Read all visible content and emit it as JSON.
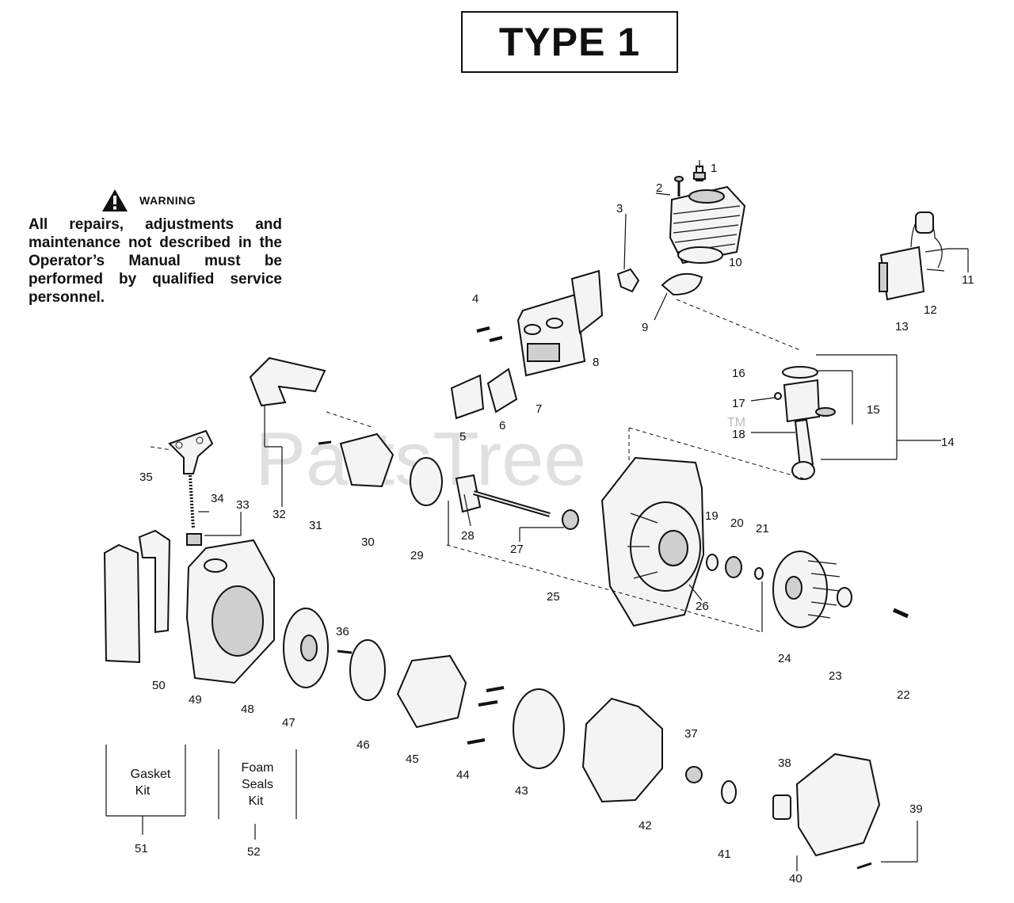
{
  "title": "TYPE 1",
  "warning": {
    "heading": "WARNING",
    "text": "All repairs, adjustments and maintenance not described in the Operator’s Manual must be performed by qualified service personnel."
  },
  "watermark": {
    "text": "PartsTree",
    "tm": "TM"
  },
  "parts": [
    "1",
    "2",
    "3",
    "4",
    "5",
    "6",
    "7",
    "8",
    "9",
    "10",
    "11",
    "12",
    "13",
    "14",
    "15",
    "16",
    "17",
    "18",
    "19",
    "20",
    "21",
    "22",
    "23",
    "24",
    "25",
    "26",
    "27",
    "28",
    "29",
    "30",
    "31",
    "32",
    "33",
    "34",
    "35",
    "36",
    "37",
    "38",
    "39",
    "40",
    "41",
    "42",
    "43",
    "44",
    "45",
    "46",
    "47",
    "48",
    "49",
    "50",
    "51",
    "52"
  ],
  "kits": [
    {
      "number": "51",
      "name": [
        "Gasket",
        "Kit"
      ]
    },
    {
      "number": "52",
      "name": [
        "Foam",
        "Seals",
        "Kit"
      ]
    }
  ],
  "icons": {
    "warning": "warning-triangle-icon"
  }
}
